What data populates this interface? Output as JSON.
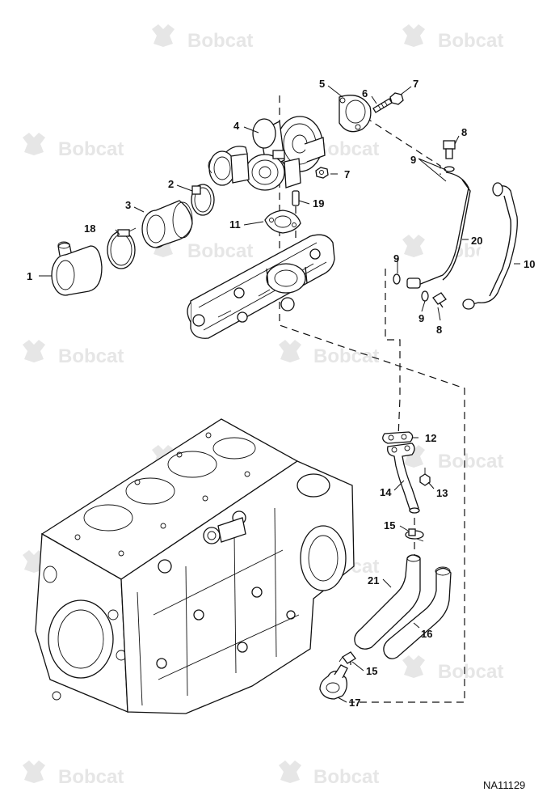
{
  "watermark": {
    "text": "Bobcat"
  },
  "drawing_number": "NA11129",
  "callouts": [
    {
      "id": "c1",
      "label": "1"
    },
    {
      "id": "c2",
      "label": "2"
    },
    {
      "id": "c3",
      "label": "3"
    },
    {
      "id": "c4",
      "label": "4"
    },
    {
      "id": "c5",
      "label": "5"
    },
    {
      "id": "c6",
      "label": "6"
    },
    {
      "id": "c7a",
      "label": "7"
    },
    {
      "id": "c7b",
      "label": "7"
    },
    {
      "id": "c8a",
      "label": "8"
    },
    {
      "id": "c8b",
      "label": "8"
    },
    {
      "id": "c9a",
      "label": "9"
    },
    {
      "id": "c9b",
      "label": "9"
    },
    {
      "id": "c9c",
      "label": "9"
    },
    {
      "id": "c10",
      "label": "10"
    },
    {
      "id": "c11",
      "label": "11"
    },
    {
      "id": "c12",
      "label": "12"
    },
    {
      "id": "c13",
      "label": "13"
    },
    {
      "id": "c14",
      "label": "14"
    },
    {
      "id": "c15a",
      "label": "15"
    },
    {
      "id": "c15b",
      "label": "15"
    },
    {
      "id": "c16",
      "label": "16"
    },
    {
      "id": "c17",
      "label": "17"
    },
    {
      "id": "c18",
      "label": "18"
    },
    {
      "id": "c19",
      "label": "19"
    },
    {
      "id": "c20",
      "label": "20"
    },
    {
      "id": "c21",
      "label": "21"
    }
  ]
}
